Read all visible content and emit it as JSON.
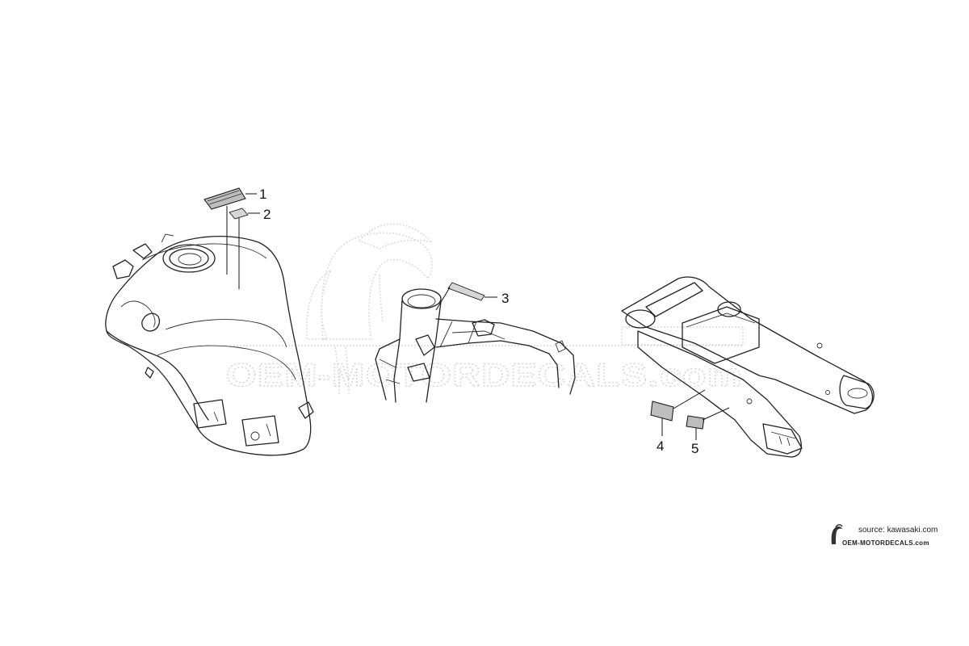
{
  "watermark": {
    "text": "OEM-MOTORDECALS.com",
    "logo_icon": "toucan-logo-icon"
  },
  "callouts": [
    {
      "id": "1",
      "label": "1"
    },
    {
      "id": "2",
      "label": "2"
    },
    {
      "id": "3",
      "label": "3"
    },
    {
      "id": "4",
      "label": "4"
    },
    {
      "id": "5",
      "label": "5"
    }
  ],
  "parts": [
    {
      "name": "fuel-tank",
      "decals": [
        "1",
        "2"
      ]
    },
    {
      "name": "main-frame",
      "decals": [
        "3"
      ]
    },
    {
      "name": "swingarm",
      "decals": [
        "4",
        "5"
      ]
    }
  ],
  "credit": {
    "source": "source: kawasaki.com",
    "brand": "OEM-MOTORDECALS.com"
  },
  "colors": {
    "line": "#222222",
    "decal_fill": "#bdbdbd",
    "watermark": "#d8d8d8"
  }
}
